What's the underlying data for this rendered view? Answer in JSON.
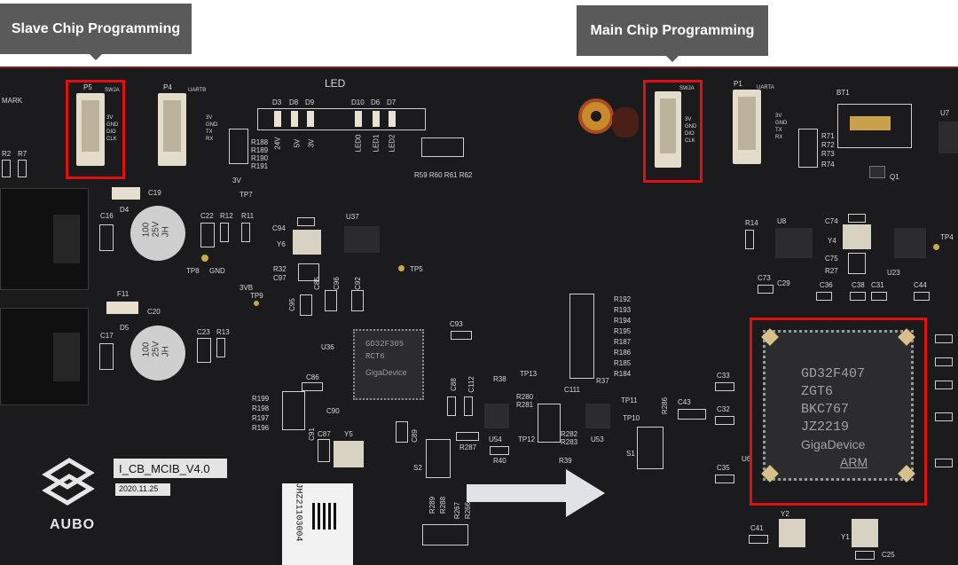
{
  "callouts": {
    "slave": "Slave Chip Programming",
    "main": "Main Chip Programming"
  },
  "board": {
    "name": "I_CB_MCIB_V4.0",
    "date": "2020.11.25",
    "brand": "AUBO",
    "led_heading": "LED",
    "serial": "JHZ21103004"
  },
  "connectors": {
    "p5": {
      "ref": "P5",
      "type": "SWJA",
      "pins": [
        "3V",
        "GND",
        "DIO",
        "CLK"
      ]
    },
    "p4": {
      "ref": "P4",
      "type": "UARTB",
      "pins": [
        "3V",
        "GND",
        "TX",
        "RX"
      ]
    },
    "p_main": {
      "ref": "",
      "type": "SWJA",
      "pins": [
        "3V",
        "GND",
        "DIO",
        "CLK"
      ]
    },
    "p1": {
      "ref": "P1",
      "type": "UARTA",
      "pins": [
        "3V",
        "GND",
        "TX",
        "RX"
      ]
    }
  },
  "main_chip": {
    "lines": [
      "GD32F407",
      "ZGT6",
      "BKC767",
      "JZ2219",
      "GigaDevice",
      "ARM"
    ]
  },
  "slave_chip": {
    "lines": [
      "GD32F305",
      "RCT6",
      "GigaDevice"
    ]
  },
  "silk": {
    "mark": "MARK",
    "r2": "R2",
    "r7": "R7",
    "c19": "C19",
    "d4": "D4",
    "c16": "C16",
    "c22": "C22",
    "r12": "R12",
    "r11": "R11",
    "c100": "100\n25V\nJH",
    "tp7": "TP7",
    "v3": "3V",
    "tp8": "TP8",
    "gnd": "GND",
    "v3b": "3VB",
    "tp9": "TP9",
    "f11": "F11",
    "c20": "C20",
    "d5": "D5",
    "c17": "C17",
    "c23": "C23",
    "r13": "R13",
    "r188": "R188",
    "r189": "R189",
    "r190": "R190",
    "r191": "R191",
    "d3": "D3",
    "d8": "D8",
    "d9": "D9",
    "d10": "D10",
    "d6": "D6",
    "d7": "D7",
    "v24": "24V",
    "v5": "5V",
    "v3b2": "3V",
    "led0": "LED0",
    "led1": "LED1",
    "led2": "LED2",
    "r59": "R59 R60 R61 R62",
    "c94": "C94",
    "y6": "Y6",
    "u37": "U37",
    "r32": "R32",
    "c97": "C97",
    "tp5": "TP5",
    "c95": "C95",
    "c85": "C85",
    "c96": "C96",
    "c92": "C92",
    "u36": "U36",
    "c86": "C86",
    "c93": "C93",
    "c88": "C88",
    "c112": "C112",
    "r199": "R199",
    "r198": "R198",
    "r197": "R197",
    "r196": "R196",
    "c90": "C90",
    "c87": "C87",
    "c91": "C91",
    "y5": "Y5",
    "c89": "C89",
    "r38": "R38",
    "tp13": "TP13",
    "r280": "R280",
    "r281": "R281",
    "u54": "U54",
    "r287": "R287",
    "r40": "R40",
    "s2": "S2",
    "r192": "R192",
    "r193": "R193",
    "r194": "R194",
    "r195": "R195",
    "r187": "R187",
    "r186": "R186",
    "r185": "R185",
    "r184": "R184",
    "c111": "C111",
    "r37": "R37",
    "tp11": "TP11",
    "tp10": "TP10",
    "r286": "R286",
    "tp12": "TP12",
    "r282": "R282",
    "r283": "R283",
    "u53": "U53",
    "r39": "R39",
    "c43": "C43",
    "s1": "S1",
    "r289": "R289",
    "r288": "R288",
    "r267": "R267",
    "r266": "R266",
    "bt1": "BT1",
    "r71": "R71",
    "r72": "R72",
    "r73": "R73",
    "r74": "R74",
    "q1": "Q1",
    "u7": "U7",
    "r14": "R14",
    "u8": "U8",
    "c74": "C74",
    "y4": "Y4",
    "c75": "C75",
    "r27": "R27",
    "tp4": "TP4",
    "u23": "U23",
    "c73": "C73",
    "c29": "C29",
    "c36": "C36",
    "c38": "C38",
    "c31": "C31",
    "c44": "C44",
    "c33": "C33",
    "c32": "C32",
    "c35": "C35",
    "u6": "U6",
    "c41": "C41",
    "y2": "Y2",
    "y1": "Y1",
    "c25": "C25"
  }
}
